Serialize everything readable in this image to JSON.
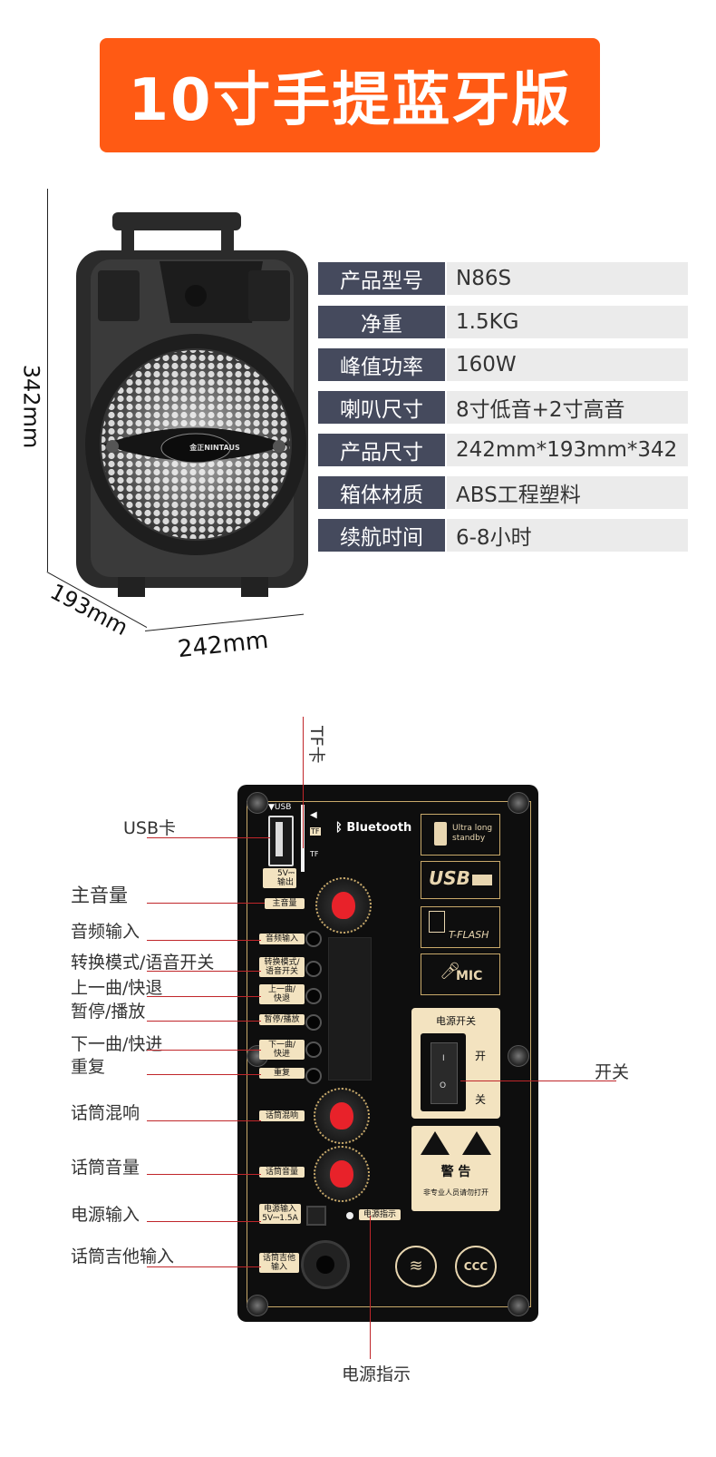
{
  "banner": {
    "title": "10寸手提蓝牙版"
  },
  "dimensions": {
    "height": "342mm",
    "depth": "193mm",
    "width": "242mm"
  },
  "speaker": {
    "brand": "金正NINTAUS"
  },
  "specs": [
    {
      "label": "产品型号",
      "value": "N86S"
    },
    {
      "label": "净重",
      "value": "1.5KG"
    },
    {
      "label": "峰值功率",
      "value": "160W"
    },
    {
      "label": "喇叭尺寸",
      "value": "8寸低音+2寸高音"
    },
    {
      "label": "产品尺寸",
      "value": "242mm*193mm*342"
    },
    {
      "label": "箱体材质",
      "value": "ABS工程塑料"
    },
    {
      "label": "续航时间",
      "value": "6-8小时"
    }
  ],
  "panel": {
    "usb_top": "▼USB",
    "tf_arrow": "◀",
    "tf": "TF",
    "tf2": "TF",
    "bluetooth": "Bluetooth",
    "usb_out": "5V⎓\n输出",
    "main_volume": "主音量",
    "audio_in": "音频输入",
    "mode": "转换模式/\n语音开关",
    "prev": "上一曲/\n快退",
    "pause": "暂停/播放",
    "next": "下一曲/\n快进",
    "repeat": "重复",
    "mic_reverb": "话筒混响",
    "mic_volume": "话筒音量",
    "power_in": "电源输入\n5V⎓1.5A",
    "power_led": "电源指示",
    "mic_guitar": "话筒吉他\n输入",
    "standby": "Ultra long\nstandby",
    "usb_logo": "USB",
    "tflash": "T-FLASH",
    "mic": "MIC",
    "power_switch": "电源开关",
    "on": "开",
    "off": "关",
    "warning": "警 告",
    "warning_text": "非专业人员请勿打开"
  },
  "callouts": {
    "tf": "TF卡",
    "usb": "USB卡",
    "main_volume": "主音量",
    "audio_in": "音频输入",
    "mode": "转换模式/语音开关",
    "prev": "上一曲/快退",
    "pause": "暂停/播放",
    "next": "下一曲/快进",
    "repeat": "重复",
    "mic_reverb": "话筒混响",
    "mic_volume": "话筒音量",
    "power_in": "电源输入",
    "mic_guitar": "话筒吉他输入",
    "switch": "开关",
    "power_led": "电源指示"
  }
}
